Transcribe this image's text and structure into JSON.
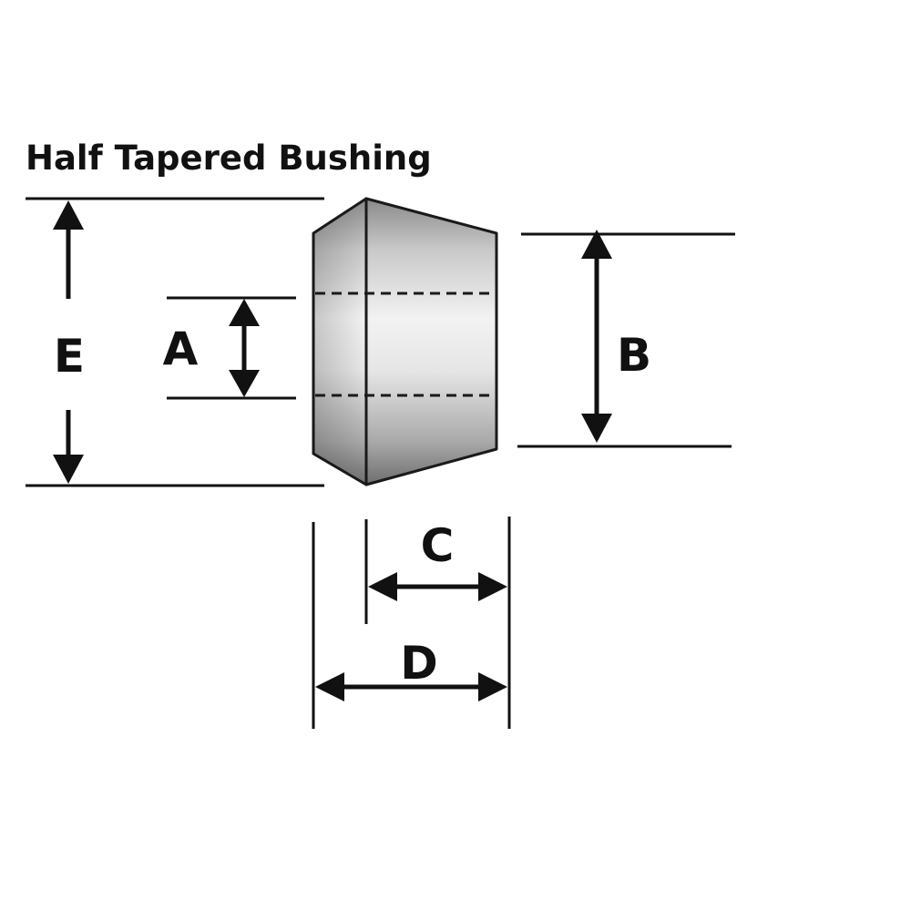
{
  "title": "Half Tapered Bushing",
  "labels": {
    "a": "A",
    "b": "B",
    "c": "C",
    "d": "D",
    "e": "E"
  },
  "colors": {
    "ink": "#111111",
    "metal_light": "#f2f2f2",
    "metal_mid": "#b9b9b9",
    "metal_dark": "#6e6e6e"
  }
}
